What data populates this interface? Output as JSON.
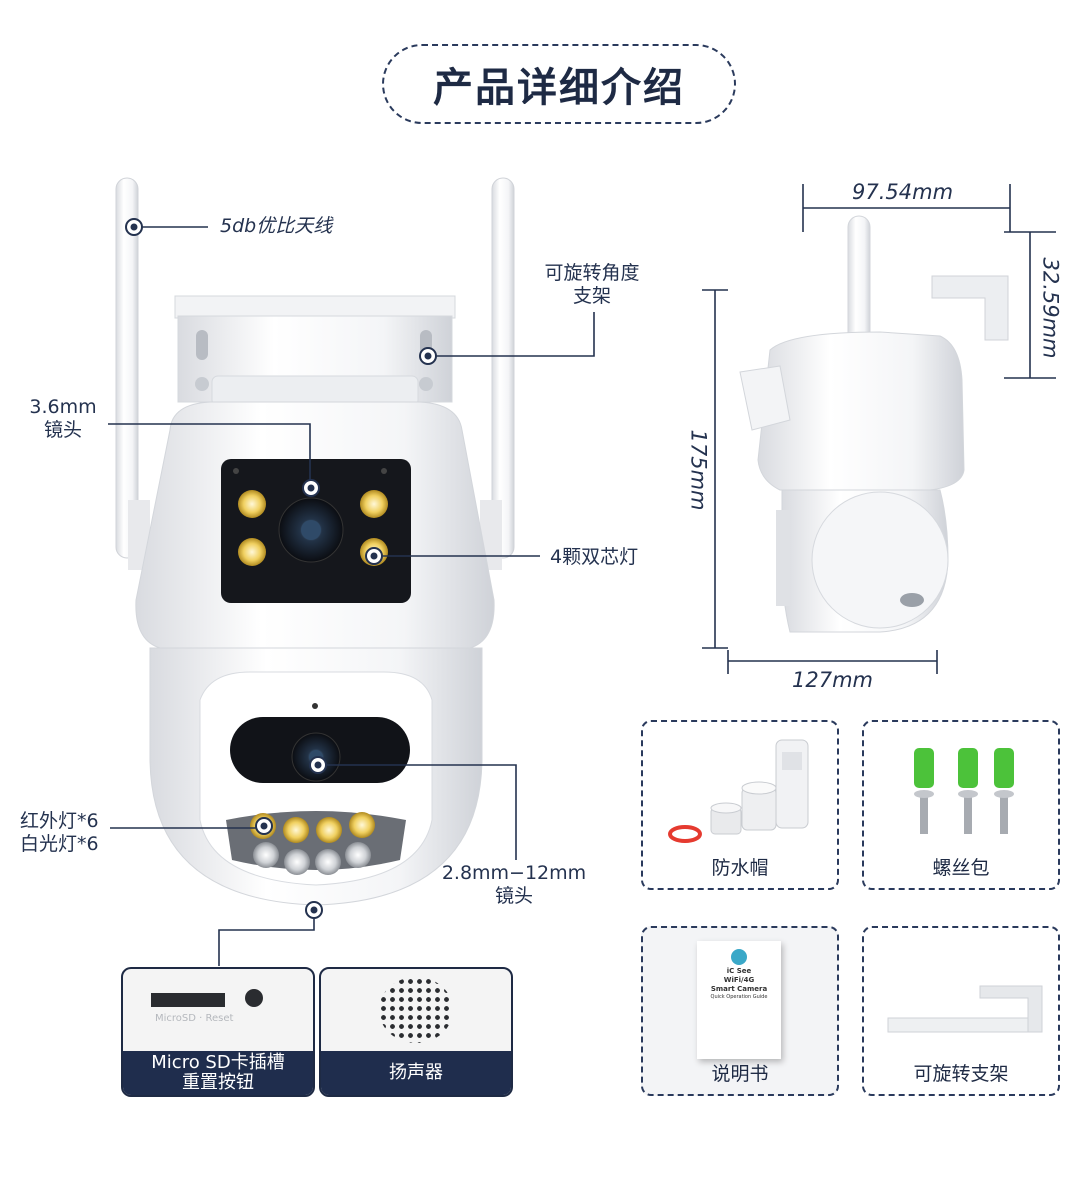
{
  "title": "产品详细介绍",
  "callouts": {
    "antenna": "5db优比天线",
    "bracket_line1": "可旋转角度",
    "bracket_line2": "支架",
    "lens1_line1": "3.6mm",
    "lens1_line2": "镜头",
    "lights": "4颗双芯灯",
    "ir_line1": "红外灯*6",
    "ir_line2": "白光灯*6",
    "lens2_line1": "2.8mm−12mm",
    "lens2_line2": "镜头"
  },
  "dimensions": {
    "width_top": "97.54mm",
    "bracket_depth": "32.59mm",
    "height": "175mm",
    "base_width": "127mm"
  },
  "features": [
    {
      "label_line1": "Micro SD卡插槽",
      "label_line2": "重置按钮",
      "slot_text": "MicroSD · Reset"
    },
    {
      "label_line1": "扬声器",
      "label_line2": ""
    }
  ],
  "accessories": [
    {
      "label": "防水帽"
    },
    {
      "label": "螺丝包"
    },
    {
      "label": "说明书"
    },
    {
      "label": "可旋转支架"
    }
  ],
  "manual": {
    "brand": "iC See",
    "line1": "WiFi/4G",
    "line2": "Smart Camera",
    "line3": "Quick Operation Guide"
  },
  "colors": {
    "navy": "#1f2d4d",
    "accent_green": "#4cc23a",
    "ring_red": "#e53a2f"
  }
}
